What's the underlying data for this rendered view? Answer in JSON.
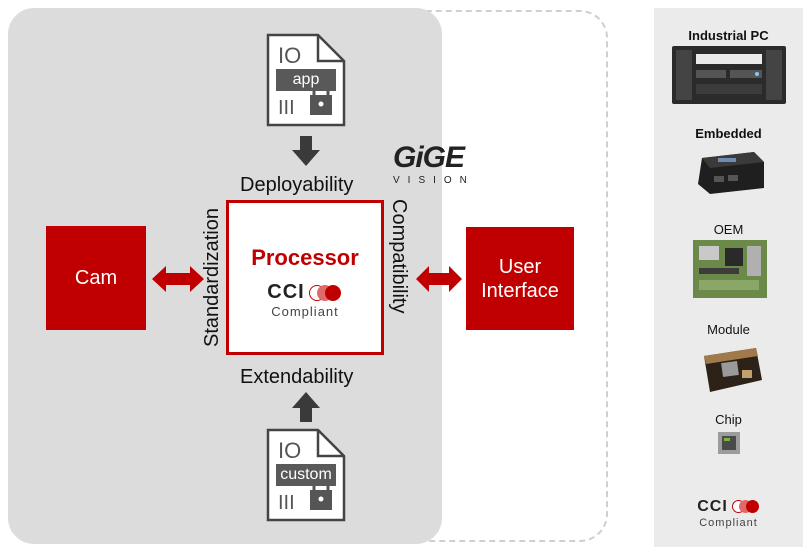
{
  "diagram": {
    "center": {
      "title": "Processor",
      "logo_text": "CCI",
      "logo_sub": "Compliant"
    },
    "cam": "Cam",
    "user_interface": {
      "line1": "User",
      "line2": "Interface"
    },
    "top_doc": {
      "label": "app",
      "glyph": "IO",
      "glyph2": "III"
    },
    "bottom_doc": {
      "label": "custom",
      "glyph": "IO",
      "glyph2": "III"
    },
    "labels": {
      "top": "Deployability",
      "bottom": "Extendability",
      "left": "Standardization",
      "right": "Compatibility"
    },
    "gige": {
      "word": "GiGE",
      "sub": "VISION"
    },
    "accent": "#c00000"
  },
  "hardware": {
    "items": [
      {
        "label": "Industrial PC"
      },
      {
        "label": "Embedded"
      },
      {
        "label": "OEM"
      },
      {
        "label": "Module"
      },
      {
        "label": "Chip"
      }
    ],
    "logo_text": "CCI",
    "logo_sub": "Compliant"
  }
}
